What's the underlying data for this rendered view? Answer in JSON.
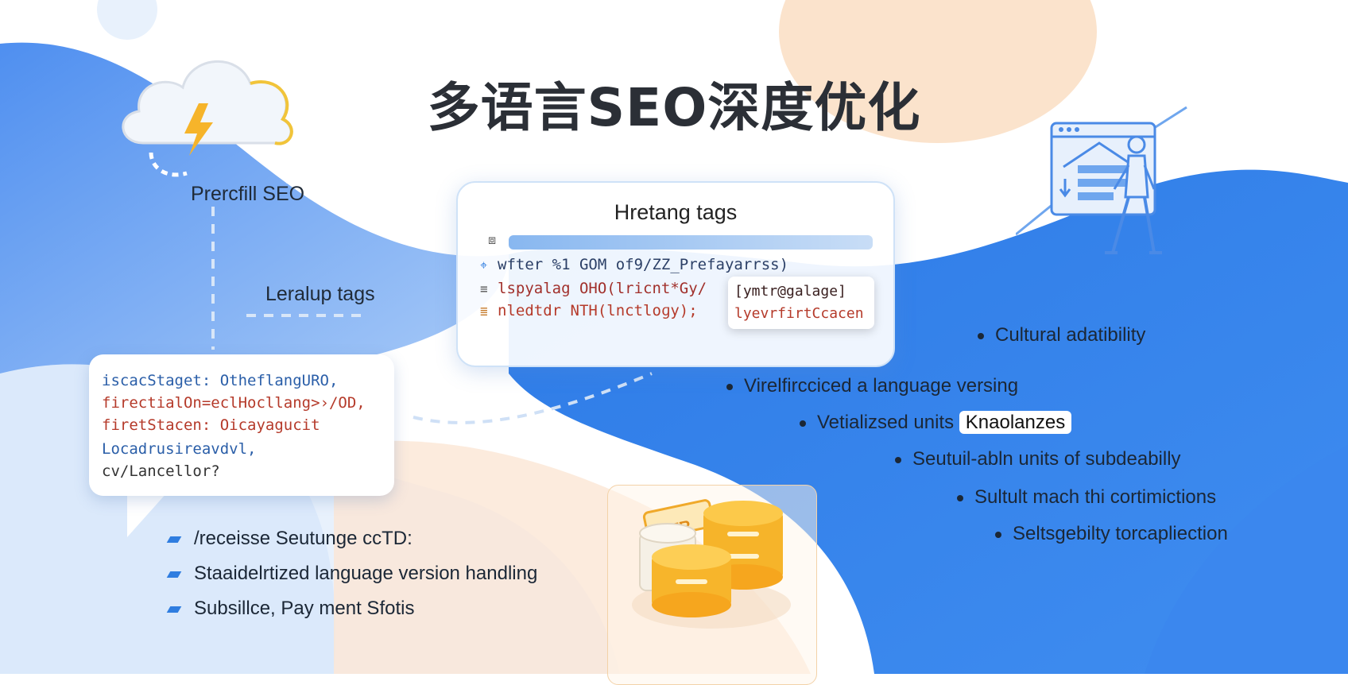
{
  "title": "多语言SEO深度优化",
  "labels": {
    "prerender": "Prercfill SEO",
    "lookup": "Leralup tags"
  },
  "code_card": {
    "title": "Hretang tags",
    "lines": [
      "wfter %1 GOM of9/ZZ_Prefayarrss)",
      "lspyalag OHO(lricnt*Gy/",
      "nledtdr NTH(lnctloɡy);"
    ],
    "popup": [
      "[ymtr@galage]",
      "lyevrfirtCcacen"
    ]
  },
  "bubble_lines": [
    "iscacStaget: OtheflangURO,",
    "firectialOn=eclHocllang>›/OD,",
    "firetStacen: Oicayagucit",
    "Locadrusireavdvl,",
    "cv/Lancellor?"
  ],
  "left_bullets": [
    "/receisse Seutunge ccTD:",
    "Staaidelrtized language version handling",
    "Subsillce, Pay ment Sfotis"
  ],
  "right_bullets": [
    "Cultural adatibility",
    "Virelfircciced a language versing",
    "Vetializsed units",
    "Seutuil-abln units of subdeabilly",
    "Sultult mach thi cortimictions",
    "Seltsgebilty torcapliection"
  ],
  "highlight_word": "Knaolanzes",
  "coin_badge": "GATR",
  "icons": [
    "cloud-lightning-icon",
    "browser-house-icon",
    "person-icon",
    "coin-stack-icon",
    "code-file-icon"
  ],
  "colors": {
    "blue": "#2f7de0",
    "peach": "#fbe3cc",
    "yellow": "#f6b42a"
  }
}
